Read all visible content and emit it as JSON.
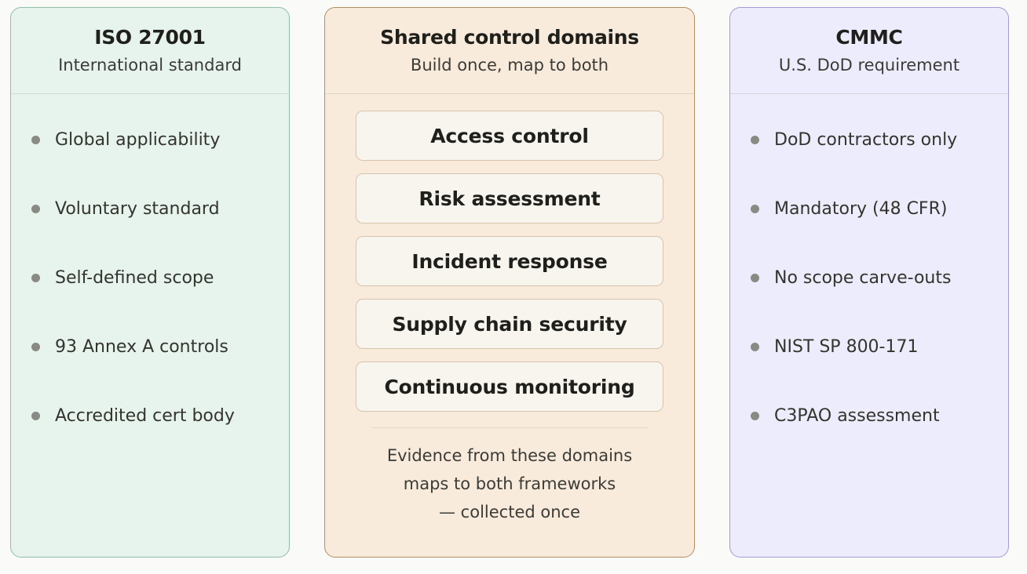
{
  "left_panel": {
    "title": "ISO 27001",
    "subtitle": "International standard",
    "items": [
      "Global applicability",
      "Voluntary standard",
      "Self-defined scope",
      "93 Annex A controls",
      "Accredited cert body"
    ]
  },
  "center_panel": {
    "title": "Shared control domains",
    "subtitle": "Build once, map to both",
    "domains": [
      "Access control",
      "Risk assessment",
      "Incident response",
      "Supply chain security",
      "Continuous monitoring"
    ],
    "note_lines": [
      "Evidence from these domains",
      "maps to both frameworks",
      "— collected once"
    ]
  },
  "right_panel": {
    "title": "CMMC",
    "subtitle": "U.S. DoD requirement",
    "items": [
      "DoD contractors only",
      "Mandatory (48 CFR)",
      "No scope carve-outs",
      "NIST SP 800-171",
      "C3PAO assessment"
    ]
  },
  "colors": {
    "left_fill": "#e7f4ed",
    "left_border": "#8fbfa5",
    "center_fill": "#f9ebdb",
    "center_border": "#b38e63",
    "right_fill": "#ececfc",
    "right_border": "#a49ad8"
  }
}
